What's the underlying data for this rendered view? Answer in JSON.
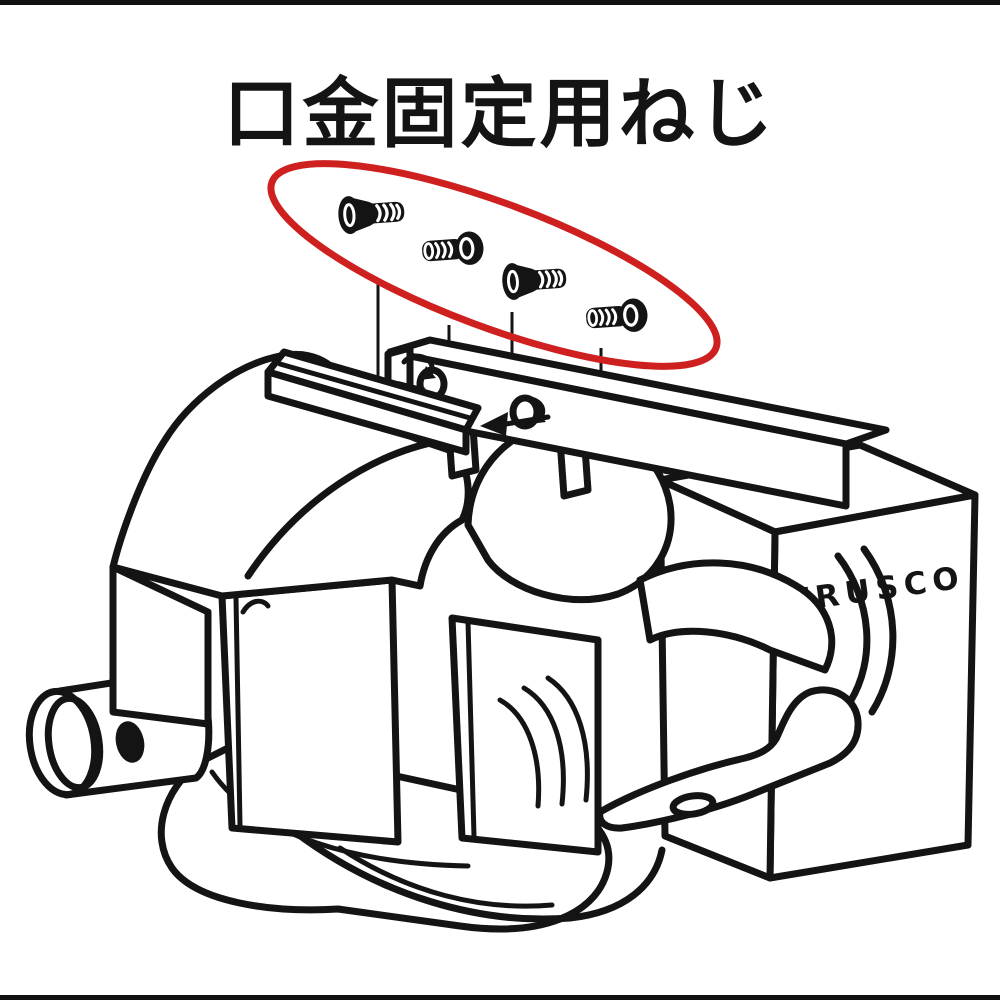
{
  "page": {
    "background": "#ffffff",
    "edge_border_color": "#111111",
    "line_color": "#141414"
  },
  "title": {
    "text": "口金固定用ねじ"
  },
  "callout": {
    "shape": "rotated-ellipse",
    "color": "#cf2020",
    "screw_count": 4,
    "leader_line_count": 4,
    "screws": [
      {
        "id": 1,
        "type": "flat-head-screw",
        "head_side": "left"
      },
      {
        "id": 2,
        "type": "pan-head-screw",
        "head_side": "right"
      },
      {
        "id": 3,
        "type": "flat-head-screw",
        "head_side": "left"
      },
      {
        "id": 4,
        "type": "pan-head-screw",
        "head_side": "right"
      }
    ]
  },
  "illustration": {
    "subject": "bench-vise-line-drawing",
    "logo": {
      "text": "TRUSCO"
    },
    "features": [
      "front-jaw-plate",
      "rear-jaw-plate-with-screw-holes",
      "insertion-arrows",
      "rotation-arrows",
      "handle-boss-with-hole",
      "slide-body-block",
      "swivel-base-with-mounting-hole"
    ]
  }
}
